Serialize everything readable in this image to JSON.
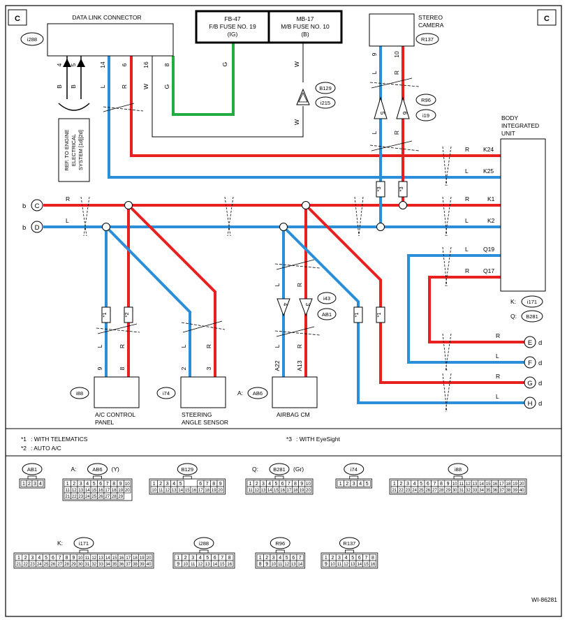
{
  "page": {
    "corner_label_left": "C",
    "corner_label_right": "C",
    "figure_id": "WI-86281"
  },
  "data_link_connector": {
    "title": "DATA LINK CONNECTOR",
    "ref": "i288",
    "pins": [
      "4",
      "5",
      "14",
      "6",
      "16",
      "8"
    ],
    "wires": [
      "B",
      "B",
      "L",
      "R",
      "W",
      "G"
    ]
  },
  "fuses": {
    "fb47": {
      "line1": "FB-47",
      "line2": "F/B FUSE NO. 19",
      "line3": "(IG)",
      "wire": "G"
    },
    "mb17": {
      "line1": "MB-17",
      "line2": "M/B FUSE NO. 10",
      "line3": "(B)",
      "wire": "W"
    }
  },
  "engine_ref": {
    "lines": [
      "REF. TO ENGINE",
      "ELECTRICAL",
      "SYSTEM [1d][2d]"
    ]
  },
  "inline_connectors": {
    "b129": "B129",
    "i215": "i215",
    "r96": "R96",
    "i19": "i19",
    "i43": "i43",
    "ab1": "AB1",
    "pin5": "5",
    "pin6": "6",
    "pin4": "4",
    "pin3": "3"
  },
  "stereo_camera": {
    "title_line1": "STEREO",
    "title_line2": "CAMERA",
    "ref": "R137",
    "pins": [
      "9",
      "10"
    ],
    "wires": [
      "L",
      "R"
    ],
    "wires_lower": [
      "L",
      "R"
    ]
  },
  "body_integrated_unit": {
    "title_line1": "BODY",
    "title_line2": "INTEGRATED",
    "title_line3": "UNIT",
    "pins": [
      "K24",
      "K25",
      "K1",
      "K2",
      "Q19",
      "Q17"
    ],
    "wire_colors": [
      "R",
      "L",
      "R",
      "L",
      "L",
      "R"
    ],
    "ref_k_label": "K:",
    "ref_k": "i171",
    "ref_q_label": "Q:",
    "ref_q": "B281"
  },
  "buses": {
    "c": {
      "circle": "C",
      "side": "b",
      "wire": "R"
    },
    "d": {
      "circle": "D",
      "side": "b",
      "wire": "L"
    }
  },
  "outputs": [
    {
      "circle": "E",
      "side": "d",
      "wire": "R"
    },
    {
      "circle": "F",
      "side": "d",
      "wire": "L"
    },
    {
      "circle": "G",
      "side": "d",
      "wire": "R"
    },
    {
      "circle": "H",
      "side": "d",
      "wire": "L"
    }
  ],
  "option_marks": {
    "m1": "*1",
    "m2": "*2",
    "m3": "*3"
  },
  "ac_panel": {
    "line1": "A/C CONTROL",
    "line2": "PANEL",
    "ref": "i88",
    "pins": [
      "9",
      "8"
    ],
    "wires": [
      "L",
      "R"
    ]
  },
  "steering_sensor": {
    "line1": "STEERING",
    "line2": "ANGLE SENSOR",
    "ref": "i74",
    "pins": [
      "2",
      "3"
    ],
    "wires": [
      "L",
      "R"
    ]
  },
  "airbag_cm": {
    "line1": "AIRBAG CM",
    "ref_label": "A:",
    "ref": "AB6",
    "pins": [
      "A22",
      "A13"
    ],
    "wires": [
      "L",
      "R"
    ],
    "wires_upper": [
      "L",
      "R"
    ]
  },
  "notes": [
    {
      "mark": "*1",
      "text": ": WITH TELEMATICS"
    },
    {
      "mark": "*2",
      "text": ": AUTO A/C"
    },
    {
      "mark": "*3",
      "text": ": WITH EyeSight"
    }
  ],
  "connector_views": [
    {
      "name": "AB1",
      "prefix": "",
      "suffix": "",
      "rows": [
        [
          "1",
          "2",
          "3",
          "4"
        ]
      ]
    },
    {
      "name": "AB6",
      "prefix": "A:",
      "suffix": "(Y)",
      "rows": [
        [
          "1",
          "2",
          "3",
          "4",
          "5",
          "6",
          "7",
          "8",
          "9",
          "10"
        ],
        [
          "11",
          "12",
          "13",
          "14",
          "15",
          "16",
          "17",
          "18",
          "19",
          "20"
        ],
        [
          "21",
          "22",
          "23",
          "24",
          "25",
          "26",
          "27",
          "28",
          "29"
        ]
      ]
    },
    {
      "name": "B129",
      "prefix": "",
      "suffix": "",
      "rows": [
        [
          "1",
          "2",
          "3",
          "4",
          "5",
          "",
          "",
          "6",
          "7",
          "8",
          "9"
        ],
        [
          "10",
          "11",
          "12",
          "13",
          "14",
          "15",
          "16",
          "17",
          "18",
          "19",
          "20"
        ]
      ]
    },
    {
      "name": "B281",
      "prefix": "Q:",
      "suffix": "(Gr)",
      "rows": [
        [
          "1",
          "2",
          "3",
          "4",
          "5",
          "6",
          "7",
          "8",
          "9",
          "10"
        ],
        [
          "11",
          "12",
          "13",
          "14",
          "15",
          "16",
          "17",
          "18",
          "19",
          "20"
        ]
      ]
    },
    {
      "name": "i74",
      "prefix": "",
      "suffix": "",
      "rows": [
        [
          "1",
          "2",
          "3",
          "4",
          "5"
        ]
      ]
    },
    {
      "name": "i88",
      "prefix": "",
      "suffix": "",
      "rows": [
        [
          "1",
          "2",
          "3",
          "4",
          "5",
          "6",
          "7",
          "8",
          "9",
          "10",
          "11",
          "12",
          "13",
          "14",
          "15",
          "16",
          "17",
          "18",
          "19",
          "20"
        ],
        [
          "21",
          "22",
          "23",
          "24",
          "25",
          "26",
          "27",
          "28",
          "29",
          "30",
          "31",
          "32",
          "33",
          "34",
          "35",
          "36",
          "37",
          "38",
          "39",
          "40"
        ]
      ]
    },
    {
      "name": "i171",
      "prefix": "K:",
      "suffix": "",
      "rows": [
        [
          "1",
          "2",
          "3",
          "4",
          "5",
          "6",
          "7",
          "8",
          "9",
          "10",
          "11",
          "12",
          "13",
          "14",
          "15",
          "16",
          "17",
          "18",
          "19",
          "20"
        ],
        [
          "21",
          "22",
          "23",
          "24",
          "25",
          "26",
          "27",
          "28",
          "29",
          "30",
          "31",
          "32",
          "33",
          "34",
          "35",
          "36",
          "37",
          "38",
          "39",
          "40"
        ]
      ]
    },
    {
      "name": "i288",
      "prefix": "",
      "suffix": "",
      "rows": [
        [
          "1",
          "2",
          "3",
          "4",
          "5",
          "6",
          "7",
          "8"
        ],
        [
          "9",
          "10",
          "11",
          "12",
          "13",
          "14",
          "15",
          "16"
        ]
      ]
    },
    {
      "name": "R96",
      "prefix": "",
      "suffix": "",
      "rows": [
        [
          "1",
          "2",
          "3",
          "4",
          "5",
          "6",
          "7"
        ],
        [
          "8",
          "9",
          "10",
          "11",
          "12",
          "13",
          "14"
        ]
      ]
    },
    {
      "name": "R137",
      "prefix": "",
      "suffix": "",
      "rows": [
        [
          "1",
          "2",
          "3",
          "4",
          "5",
          "6",
          "7",
          "8"
        ],
        [
          "9",
          "10",
          "11",
          "12",
          "13",
          "14",
          "15",
          "16"
        ]
      ]
    }
  ],
  "colors": {
    "red": "#e8201f",
    "blue": "#2a8fd8",
    "green": "#21ad3f",
    "black": "#000000"
  }
}
